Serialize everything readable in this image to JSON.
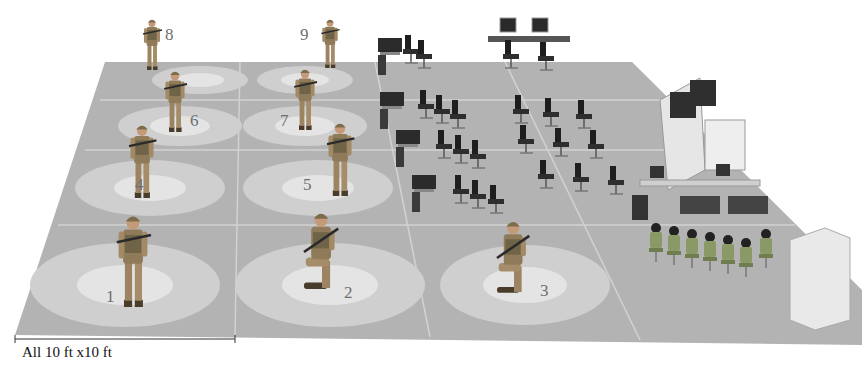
{
  "diagram": {
    "labels": [
      "8",
      "9",
      "6",
      "7",
      "4",
      "5",
      "1",
      "2",
      "3",
      "All 10 ft x10 ft"
    ]
  }
}
